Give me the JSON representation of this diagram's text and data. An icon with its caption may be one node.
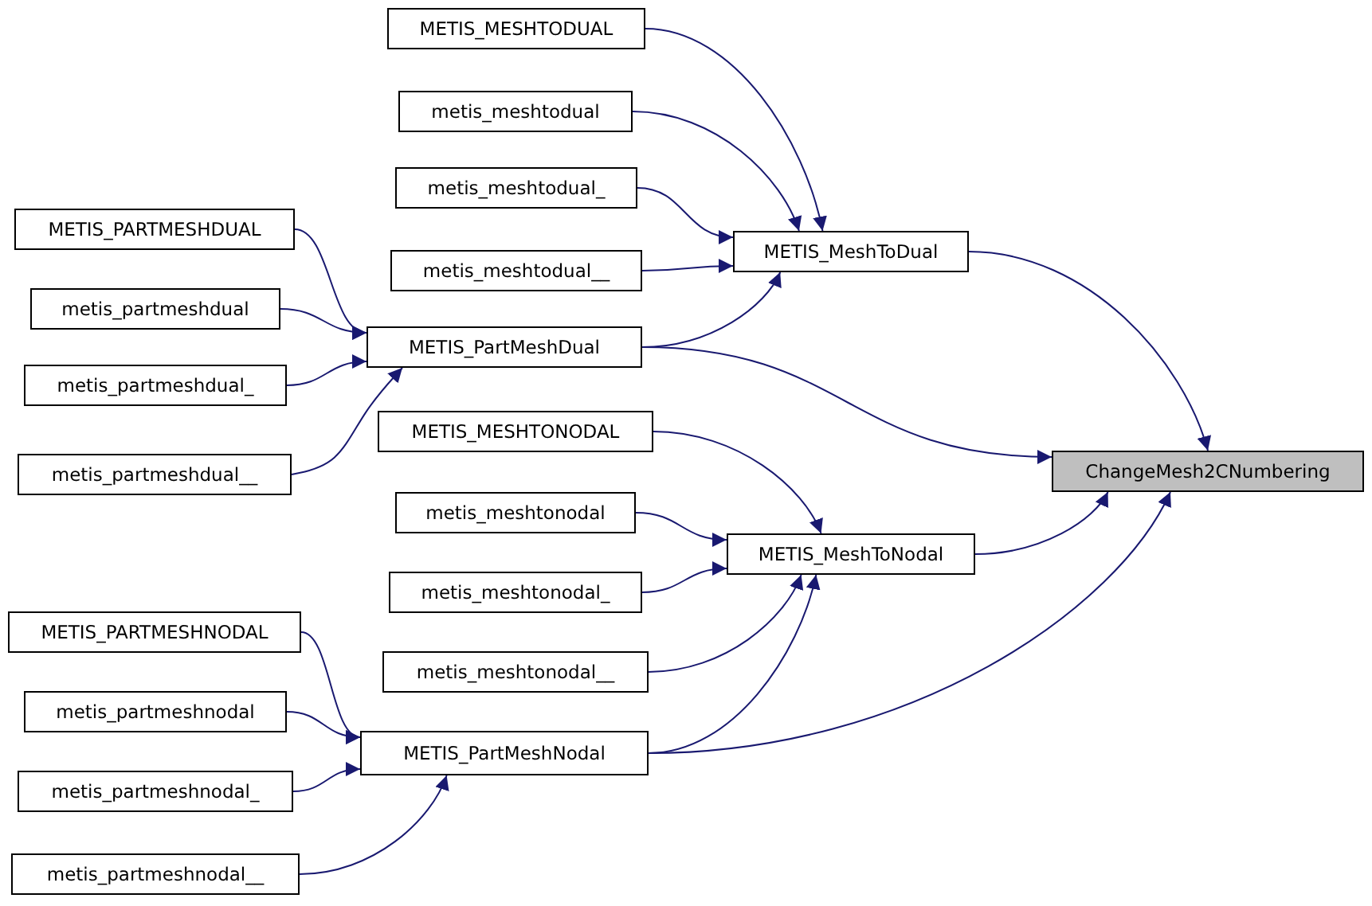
{
  "diagram": {
    "nodes": [
      {
        "text": [
          "METIS_MESHTODUAL"
        ]
      },
      {
        "text": [
          "metis_meshtodual"
        ]
      },
      {
        "text": [
          "metis_meshtodual_"
        ]
      },
      {
        "text": [
          "metis_meshtodual__"
        ]
      },
      {
        "text": [
          "METIS_MeshToDual"
        ]
      },
      {
        "text": [
          "METIS_PARTMESHDUAL"
        ]
      },
      {
        "text": [
          "metis_partmeshdual"
        ]
      },
      {
        "text": [
          "metis_partmeshdual_"
        ]
      },
      {
        "text": [
          "metis_partmeshdual__"
        ]
      },
      {
        "text": [
          "METIS_PartMeshDual"
        ]
      },
      {
        "text": [
          "METIS_MESHTONODAL"
        ]
      },
      {
        "text": [
          "metis_meshtonodal"
        ]
      },
      {
        "text": [
          "metis_meshtonodal_"
        ]
      },
      {
        "text": [
          "metis_meshtonodal__"
        ]
      },
      {
        "text": [
          "METIS_MeshToNodal"
        ]
      },
      {
        "text": [
          "METIS_PARTMESHNODAL"
        ]
      },
      {
        "text": [
          "metis_partmeshnodal"
        ]
      },
      {
        "text": [
          "metis_partmeshnodal_"
        ]
      },
      {
        "text": [
          "metis_partmeshnodal__"
        ]
      },
      {
        "text": [
          "METIS_PartMeshNodal"
        ]
      },
      {
        "text": [
          "ChangeMesh2CNumbering"
        ]
      }
    ],
    "edges": [
      {
        "from": 0,
        "to": 4,
        "arrow": "to"
      },
      {
        "from": 1,
        "to": 4,
        "arrow": "to"
      },
      {
        "from": 2,
        "to": 4,
        "arrow": "to"
      },
      {
        "from": 3,
        "to": 4,
        "arrow": "to"
      },
      {
        "from": 9,
        "to": 4,
        "arrow": "to"
      },
      {
        "from": 5,
        "to": 9,
        "arrow": "to"
      },
      {
        "from": 6,
        "to": 9,
        "arrow": "to"
      },
      {
        "from": 7,
        "to": 9,
        "arrow": "to"
      },
      {
        "from": 8,
        "to": 9,
        "arrow": "to"
      },
      {
        "from": 4,
        "to": 20,
        "arrow": "to"
      },
      {
        "from": 9,
        "to": 20,
        "arrow": "to"
      },
      {
        "from": 10,
        "to": 14,
        "arrow": "to"
      },
      {
        "from": 11,
        "to": 14,
        "arrow": "to"
      },
      {
        "from": 12,
        "to": 14,
        "arrow": "to"
      },
      {
        "from": 13,
        "to": 14,
        "arrow": "to"
      },
      {
        "from": 19,
        "to": 14,
        "arrow": "to"
      },
      {
        "from": 15,
        "to": 19,
        "arrow": "to"
      },
      {
        "from": 16,
        "to": 19,
        "arrow": "to"
      },
      {
        "from": 17,
        "to": 19,
        "arrow": "to"
      },
      {
        "from": 18,
        "to": 19,
        "arrow": "to"
      },
      {
        "from": 14,
        "to": 20,
        "arrow": "to"
      },
      {
        "from": 19,
        "to": 20,
        "arrow": "to"
      }
    ]
  }
}
